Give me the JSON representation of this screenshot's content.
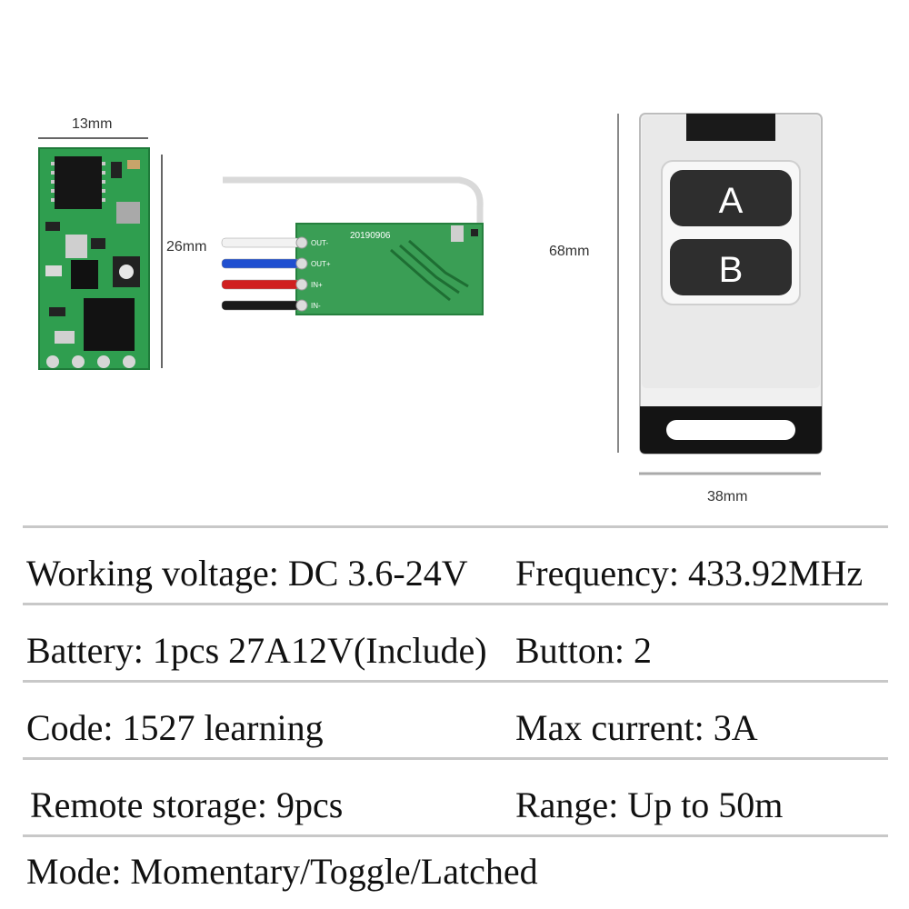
{
  "dimensions": {
    "module_width": "13mm",
    "module_height": "26mm",
    "remote_height": "68mm",
    "remote_width": "38mm"
  },
  "pcb_text": {
    "date_code": "20190906",
    "pin_out_minus": "OUT-",
    "pin_out_plus": "OUT+",
    "pin_in_plus": "IN+",
    "pin_in_minus": "IN-"
  },
  "remote": {
    "button_a": "A",
    "button_b": "B"
  },
  "wire_colors": [
    "#f2f2f2",
    "#1f4fd0",
    "#d01f1f",
    "#1a1a1a"
  ],
  "specs": {
    "working_voltage": "Working voltage: DC 3.6-24V",
    "frequency": "Frequency: 433.92MHz",
    "battery": "Battery: 1pcs 27A12V(Include)",
    "button": "Button: 2",
    "code": "Code: 1527 learning",
    "max_current": "Max current: 3A",
    "remote_storage": "Remote storage: 9pcs",
    "range": "Range: Up to 50m",
    "mode": "Mode: Momentary/Toggle/Latched"
  }
}
